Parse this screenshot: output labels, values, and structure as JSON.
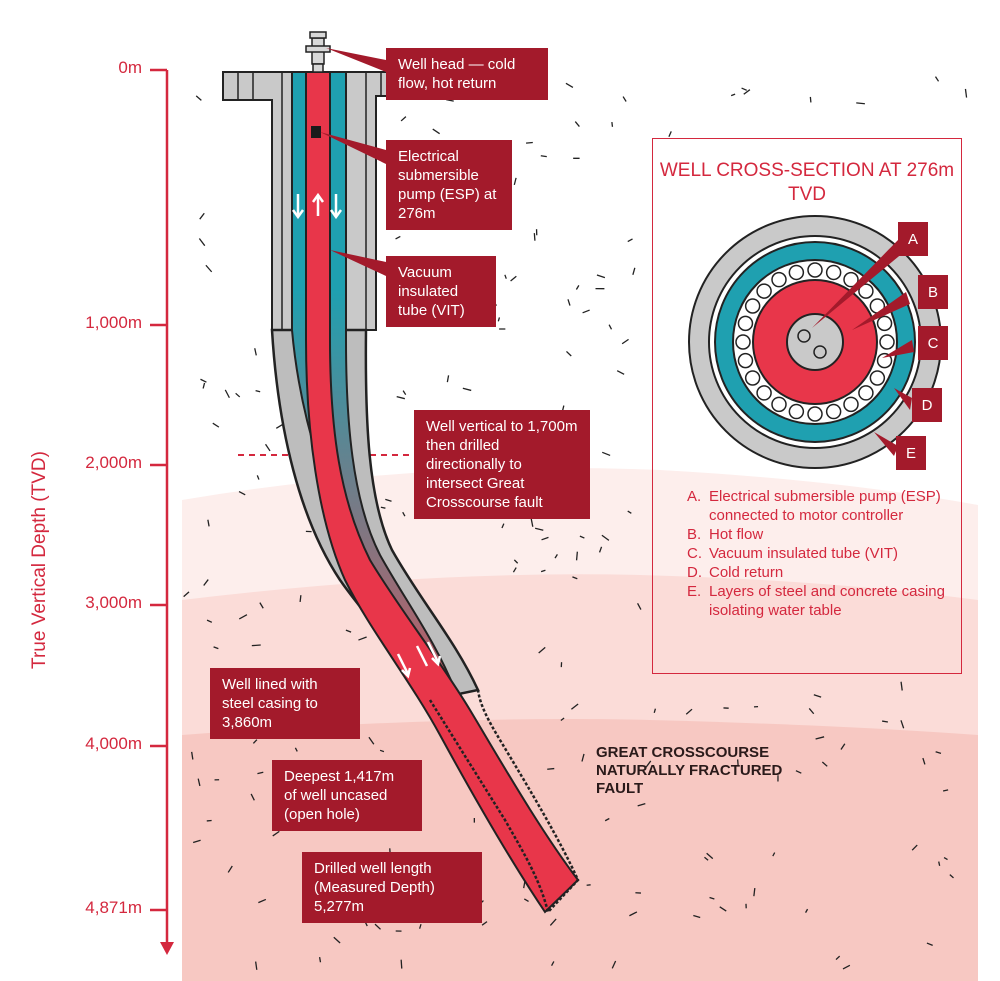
{
  "axis": {
    "title": "True Vertical Depth (TVD)",
    "ticks": [
      "0m",
      "1,000m",
      "2,000m",
      "3,000m",
      "4,000m",
      "4,871m"
    ]
  },
  "callouts": {
    "well_head": "Well head — cold flow, hot return",
    "esp": "Electrical submersible pump (ESP) at 276m",
    "vit": "Vacuum insulated tube (VIT)",
    "directional": "Well vertical to 1,700m then drilled directionally to intersect Great Crosscourse fault",
    "casing": "Well lined with steel casing to 3,860m",
    "uncased": "Deepest 1,417m of well uncased (open hole)",
    "length": "Drilled well length (Measured Depth) 5,277m"
  },
  "fault_label": "GREAT CROSSCOURSE NATURALLY FRACTURED FAULT",
  "cross_section": {
    "title": "WELL CROSS-SECTION AT 276m TVD",
    "tags": [
      "A",
      "B",
      "C",
      "D",
      "E"
    ],
    "legend": [
      {
        "key": "A.",
        "text": "Electrical submersible pump (ESP) connected to motor controller"
      },
      {
        "key": "B.",
        "text": "Hot flow"
      },
      {
        "key": "C.",
        "text": "Vacuum insulated tube (VIT)"
      },
      {
        "key": "D.",
        "text": "Cold return"
      },
      {
        "key": "E.",
        "text": "Layers of steel and concrete casing isolating water table"
      }
    ]
  },
  "colors": {
    "accent": "#d4283e",
    "callout_bg": "#a31a2b",
    "hot_flow": "#e8364a",
    "cold_return": "#1fa0b0",
    "casing": "#c9c9c9",
    "rock_light": "#fbe6e3",
    "rock_dark": "#f5c4be"
  }
}
